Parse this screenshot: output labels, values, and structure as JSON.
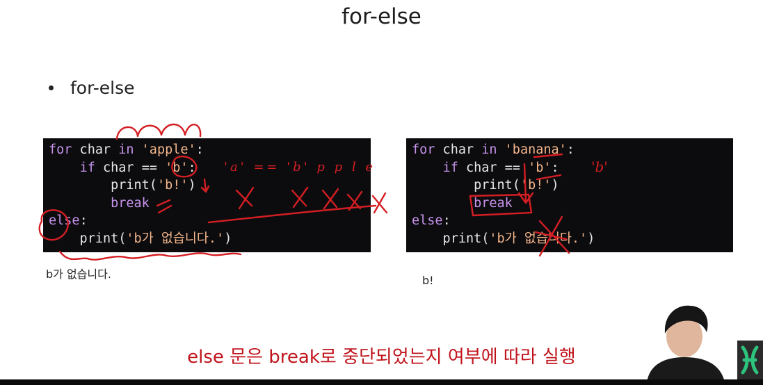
{
  "slide": {
    "title": "for-else",
    "bullet": "for-else",
    "caption": "else 문은 break로 중단되었는지 여부에 따라 실행"
  },
  "left_example": {
    "lines": [
      [
        {
          "t": "for",
          "c": "kw"
        },
        {
          "t": " char ",
          "c": "plain"
        },
        {
          "t": "in",
          "c": "kw"
        },
        {
          "t": " ",
          "c": "plain"
        },
        {
          "t": "'apple'",
          "c": "str"
        },
        {
          "t": ":",
          "c": "plain"
        }
      ],
      [
        {
          "t": "    ",
          "c": "plain"
        },
        {
          "t": "if",
          "c": "kw"
        },
        {
          "t": " char == ",
          "c": "plain"
        },
        {
          "t": "'b'",
          "c": "str"
        },
        {
          "t": ":",
          "c": "plain"
        }
      ],
      [
        {
          "t": "        print(",
          "c": "plain"
        },
        {
          "t": "'b!'",
          "c": "str"
        },
        {
          "t": ")",
          "c": "plain"
        }
      ],
      [
        {
          "t": "        ",
          "c": "plain"
        },
        {
          "t": "break",
          "c": "kw"
        }
      ],
      [
        {
          "t": "else",
          "c": "kw"
        },
        {
          "t": ":",
          "c": "plain"
        }
      ],
      [
        {
          "t": "    print(",
          "c": "plain"
        },
        {
          "t": "'b가 없습니다.'",
          "c": "str"
        },
        {
          "t": ")",
          "c": "plain"
        }
      ]
    ],
    "output": "b가 없습니다."
  },
  "right_example": {
    "lines": [
      [
        {
          "t": "for",
          "c": "kw"
        },
        {
          "t": " char ",
          "c": "plain"
        },
        {
          "t": "in",
          "c": "kw"
        },
        {
          "t": " ",
          "c": "plain"
        },
        {
          "t": "'banana'",
          "c": "str"
        },
        {
          "t": ":",
          "c": "plain"
        }
      ],
      [
        {
          "t": "    ",
          "c": "plain"
        },
        {
          "t": "if",
          "c": "kw"
        },
        {
          "t": " char == ",
          "c": "plain"
        },
        {
          "t": "'b'",
          "c": "str"
        },
        {
          "t": ":",
          "c": "plain"
        }
      ],
      [
        {
          "t": "        print(",
          "c": "plain"
        },
        {
          "t": "'b!'",
          "c": "str"
        },
        {
          "t": ")",
          "c": "plain"
        }
      ],
      [
        {
          "t": "        ",
          "c": "plain"
        },
        {
          "t": "break",
          "c": "kw"
        }
      ],
      [
        {
          "t": "else",
          "c": "kw"
        },
        {
          "t": ":",
          "c": "plain"
        }
      ],
      [
        {
          "t": "    print(",
          "c": "plain"
        },
        {
          "t": "'b가 없습니다.'",
          "c": "str"
        },
        {
          "t": ")",
          "c": "plain"
        }
      ]
    ],
    "output": "b!"
  },
  "handwriting": {
    "left": "'a' == 'b'   p p l e",
    "right": "'b'"
  },
  "colors": {
    "ink": "#d41e23",
    "caption": "#c0141c",
    "keyword": "#c792ea",
    "string": "#f3b58a",
    "code_bg": "#0c0c0f"
  }
}
